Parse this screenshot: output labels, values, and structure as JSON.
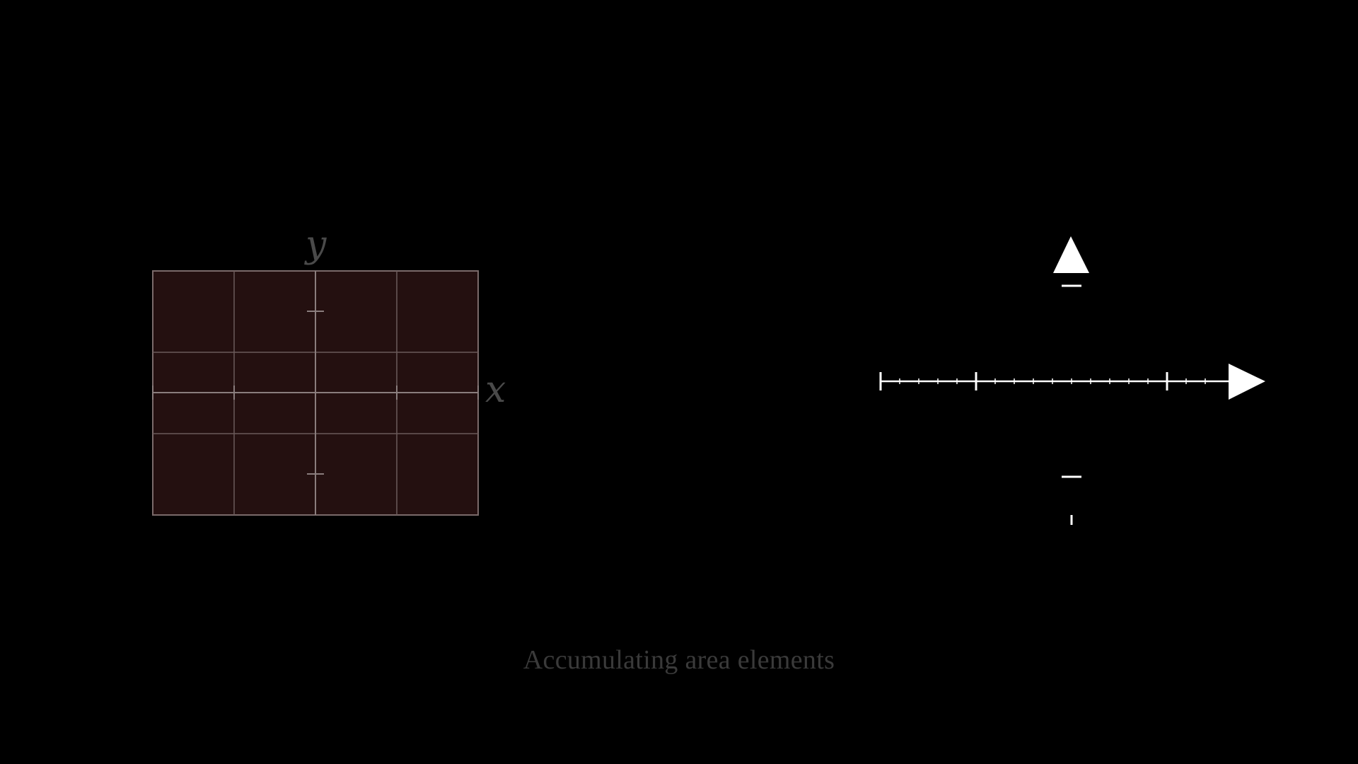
{
  "plane": {
    "x_label": "x",
    "y_label": "y",
    "fill_color": "#241010",
    "grid_color": "#6b5a5a",
    "border_color": "#7a6a6a",
    "columns": 4,
    "rows": 3
  },
  "number_line": {
    "color": "#ffffff",
    "arrow": "right-arrow",
    "up_marker": "up-triangle-icon"
  },
  "caption": "Accumulating area elements"
}
